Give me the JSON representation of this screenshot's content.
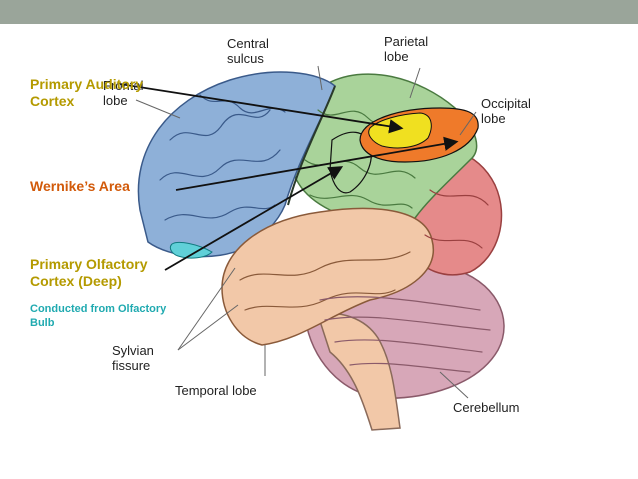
{
  "colors": {
    "topbar": "#9aa59a",
    "frontal": "#8eb0d8",
    "parietal": "#a9d39a",
    "occipital": "#e58a8a",
    "temporal": "#f2c8a8",
    "cerebellum": "#d7a7b8",
    "auditory_highlight": "#f0e020",
    "wernicke_highlight": "#ef7a2a",
    "olfactory_highlight": "#60d0d8",
    "annotation_yellow": "#b49a00",
    "annotation_orange": "#d25a0a",
    "annotation_teal": "#20aab0"
  },
  "labels": {
    "central_sulcus": "Central\nsulcus",
    "parietal_lobe": "Parietal\nlobe",
    "frontal_lobe": "Frontal\nlobe",
    "occipital_lobe": "Occipital\nlobe",
    "sylvian_fissure": "Sylvian\nfissure",
    "temporal_lobe": "Temporal lobe",
    "cerebellum": "Cerebellum"
  },
  "annotations": {
    "primary_auditory_cortex": "Primary Auditory\nCortex",
    "wernickes_area": "Wernike’s Area",
    "primary_olfactory_cortex": "Primary Olfactory\nCortex (Deep)",
    "olfactory_note": "Conducted from Olfactory\nBulb"
  }
}
